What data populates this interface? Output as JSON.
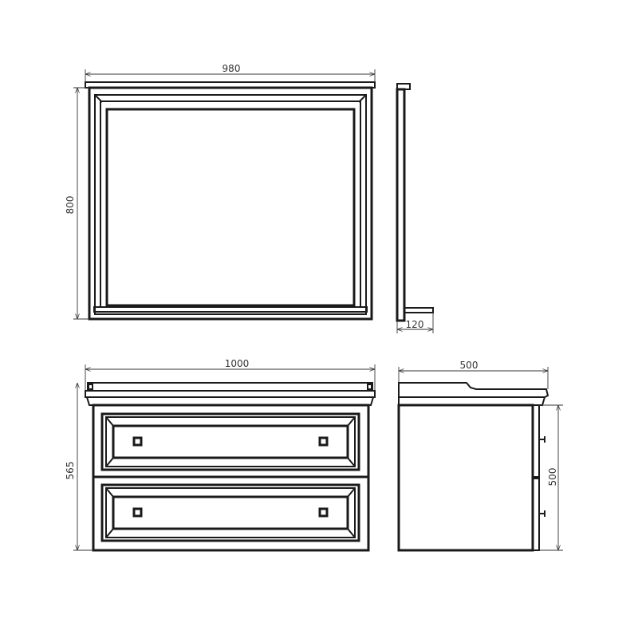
{
  "mirror_front": {
    "width_label": "980",
    "height_label": "800"
  },
  "mirror_side": {
    "depth_label": "120"
  },
  "vanity_front": {
    "width_label": "1000",
    "height_label": "565",
    "drawer_count": 2
  },
  "vanity_side": {
    "depth_label": "500",
    "body_height_label": "500"
  },
  "colors": {
    "line": "#1a1a1a",
    "background": "#ffffff"
  }
}
